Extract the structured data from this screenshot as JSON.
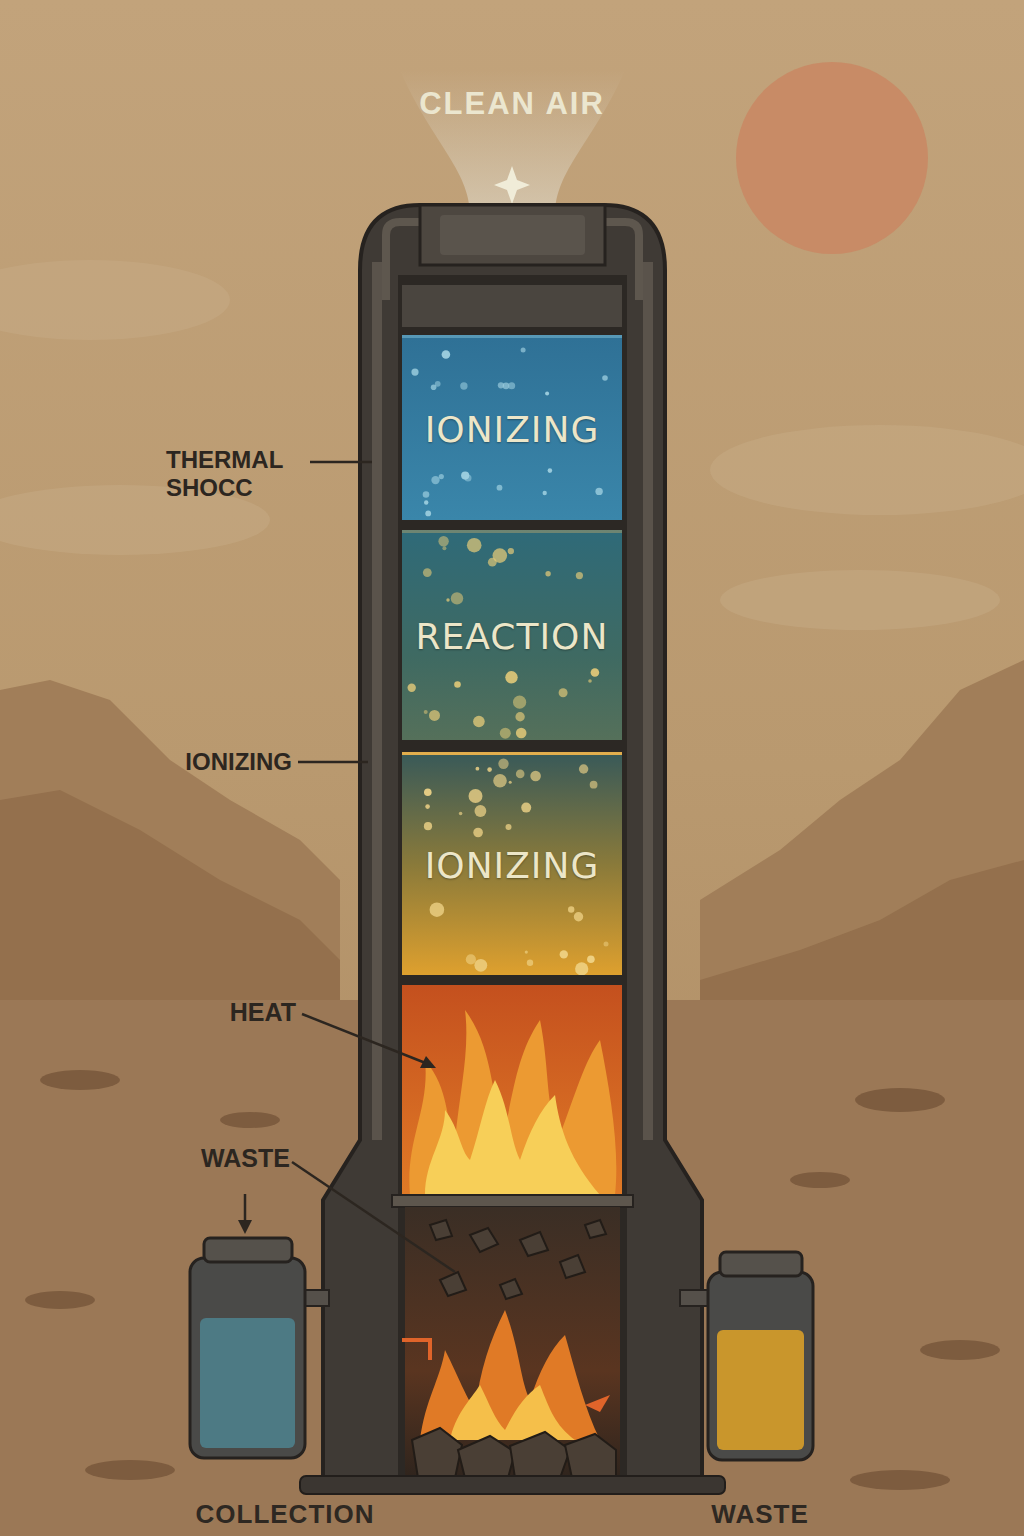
{
  "diagram": {
    "nodes": [
      {
        "text": [
          "IONIZING"
        ]
      },
      {
        "text": [
          "REACTION"
        ]
      },
      {
        "text": [
          "IONIZING"
        ]
      }
    ],
    "labels": [
      "CLEAN AIR",
      "THERMAL SHOCC",
      "IONIZING",
      "HEAT",
      "WASTE",
      "COLLECTION",
      "WASTE"
    ]
  }
}
